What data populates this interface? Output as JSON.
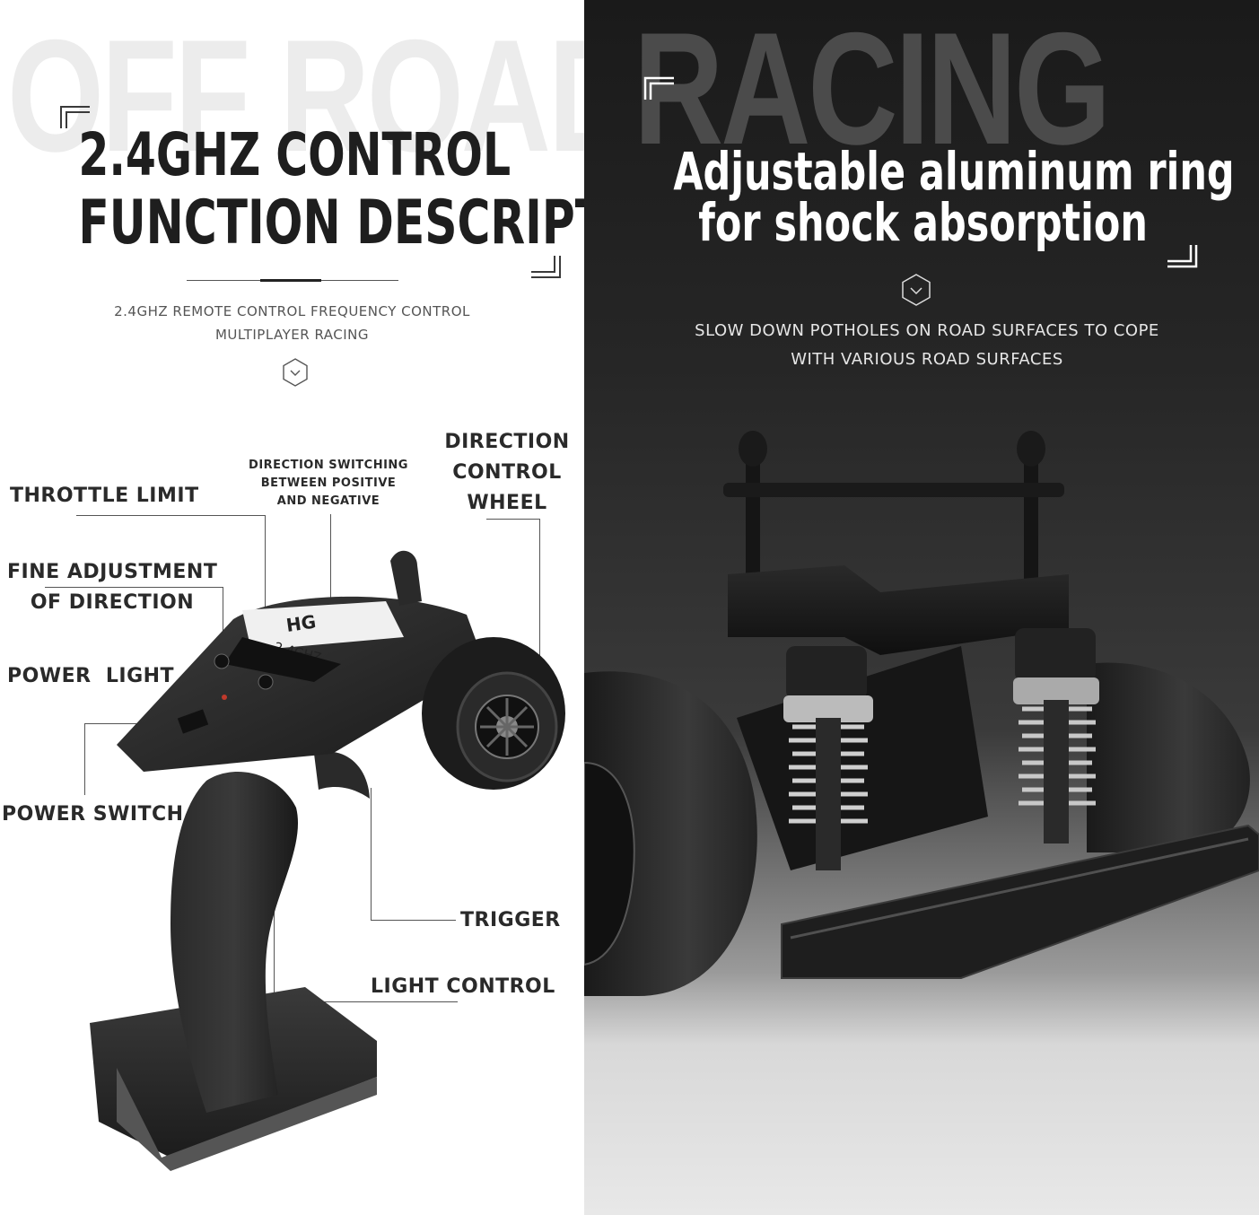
{
  "left_panel": {
    "background_word": "OFF ROAD",
    "heading_line1": "2.4GHZ CONTROL",
    "heading_line2": "FUNCTION DESCRIPTION",
    "subtitle_line1": "2.4GHZ REMOTE CONTROL FREQUENCY CONTROL",
    "subtitle_line2": "MULTIPLAYER RACING",
    "callouts": {
      "throttle_limit": "THROTTLE LIMIT",
      "direction_switching_1": "DIRECTION SWITCHING",
      "direction_switching_2": "BETWEEN POSITIVE",
      "direction_switching_3": "AND NEGATIVE",
      "direction_control_1": "DIRECTION",
      "direction_control_2": "CONTROL",
      "direction_control_3": "WHEEL",
      "fine_adjustment_1": "FINE ADJUSTMENT",
      "fine_adjustment_2": "OF DIRECTION",
      "power_light": "POWER  LIGHT",
      "power_switch": "POWER SWITCH",
      "trigger": "TRIGGER",
      "light_control": "LIGHT CONTROL"
    },
    "device_text": {
      "brand_badge": "HG",
      "frequency": "2.4GHZ"
    }
  },
  "right_panel": {
    "background_word": "RACING",
    "heading_line1": "Adjustable aluminum ring",
    "heading_line2": "for shock absorption",
    "subtitle_line1": "SLOW DOWN POTHOLES ON ROAD SURFACES TO COPE",
    "subtitle_line2": "WITH VARIOUS ROAD SURFACES"
  },
  "icons": {
    "left_chevron": "hexagon-chevron-down-icon",
    "right_chevron": "hexagon-chevron-down-icon",
    "corner_brackets": "corner-bracket-icon"
  },
  "colors": {
    "left_bg": "#ffffff",
    "right_bg": "#222222",
    "left_heading": "#1e1e1e",
    "right_heading": "#ffffff",
    "accent_line": "#555555"
  }
}
